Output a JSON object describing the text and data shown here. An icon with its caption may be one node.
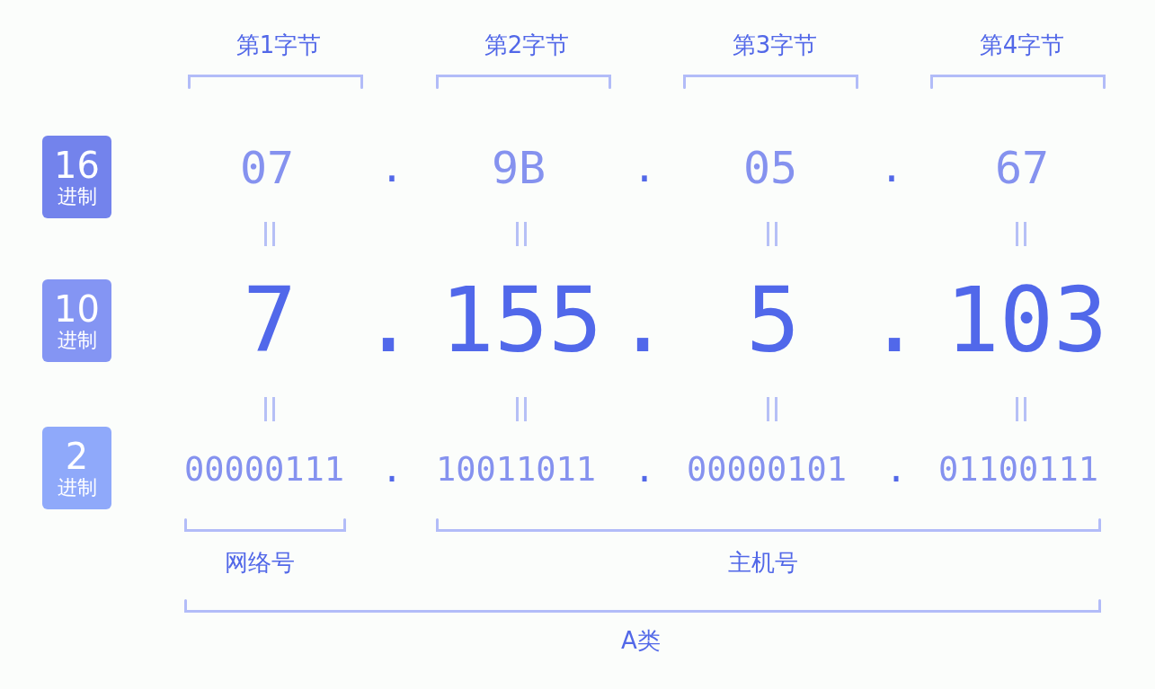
{
  "diagram": {
    "nodes": [
      {
        "text": [
          "16",
          "进制"
        ]
      },
      {
        "text": [
          "10",
          "进制"
        ]
      },
      {
        "text": [
          "2",
          "进制"
        ]
      }
    ],
    "labels": [
      "第1字节",
      "第2字节",
      "第3字节",
      "第4字节",
      "07",
      ".",
      "9B",
      ".",
      "05",
      ".",
      "67",
      "7",
      ".",
      "155",
      ".",
      "5",
      ".",
      "103",
      "00000111",
      ".",
      "10011011",
      ".",
      "00000101",
      ".",
      "01100111",
      "网络号",
      "主机号",
      "A类"
    ]
  }
}
